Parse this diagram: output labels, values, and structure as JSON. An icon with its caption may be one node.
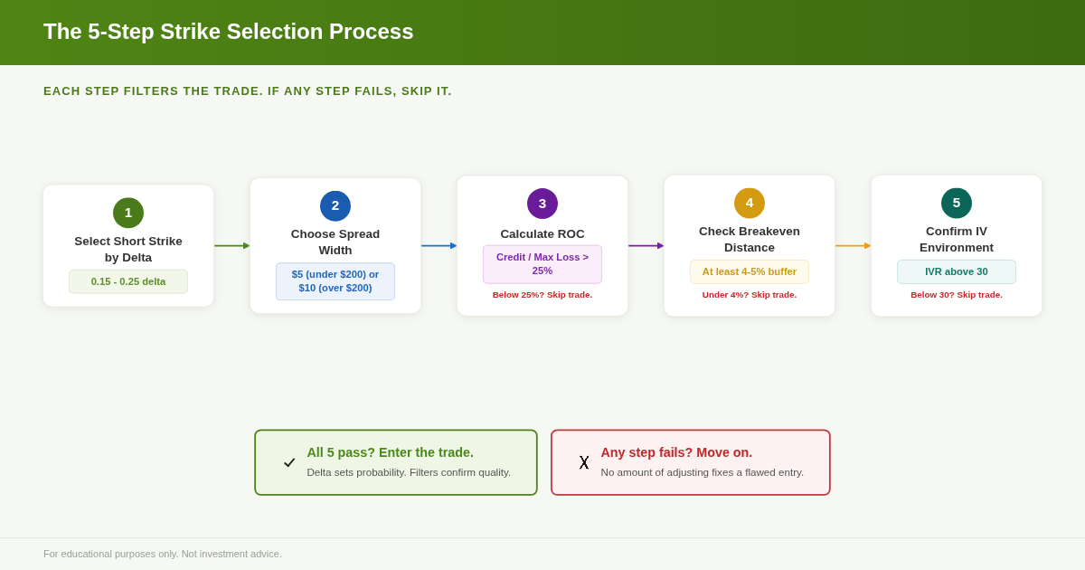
{
  "diagram": {
    "title": "The 5-Step Strike Selection Process",
    "nodes": [
      {
        "text": [
          "1",
          "Select Short Strike by Delta",
          "0.15 - 0.25 delta"
        ]
      },
      {
        "text": [
          "2",
          "Choose Spread Width",
          "$5 (under $200) or $10 (over $200)"
        ]
      },
      {
        "text": [
          "3",
          "Calculate ROC",
          "Credit / Max Loss > 25%",
          "Below 25%? Skip trade."
        ]
      },
      {
        "text": [
          "4",
          "Check Breakeven Distance",
          "At least 4-5% buffer",
          "Under 4%? Skip trade."
        ]
      },
      {
        "text": [
          "5",
          "Confirm IV Environment",
          "IVR above 30",
          "Below 30? Skip trade."
        ]
      },
      {
        "text": [
          "All 5 pass? Enter the trade.",
          "Delta sets probability. Filters confirm quality."
        ]
      },
      {
        "text": [
          "Any step fails? Move on.",
          "No amount of adjusting fixes a flawed entry."
        ]
      }
    ],
    "edges": [
      {
        "from": 0,
        "to": 1,
        "arrow": "to",
        "color": "#4a8a1a"
      },
      {
        "from": 1,
        "to": 2,
        "arrow": "to",
        "color": "#1e6fd0"
      },
      {
        "from": 2,
        "to": 3,
        "arrow": "to",
        "color": "#7b1fa2"
      },
      {
        "from": 3,
        "to": 4,
        "arrow": "to",
        "color": "#e8a317"
      }
    ],
    "labels": [
      "EACH STEP FILTERS THE TRADE. IF ANY STEP FAILS, SKIP IT.",
      "For educational purposes only. Not investment advice."
    ]
  }
}
